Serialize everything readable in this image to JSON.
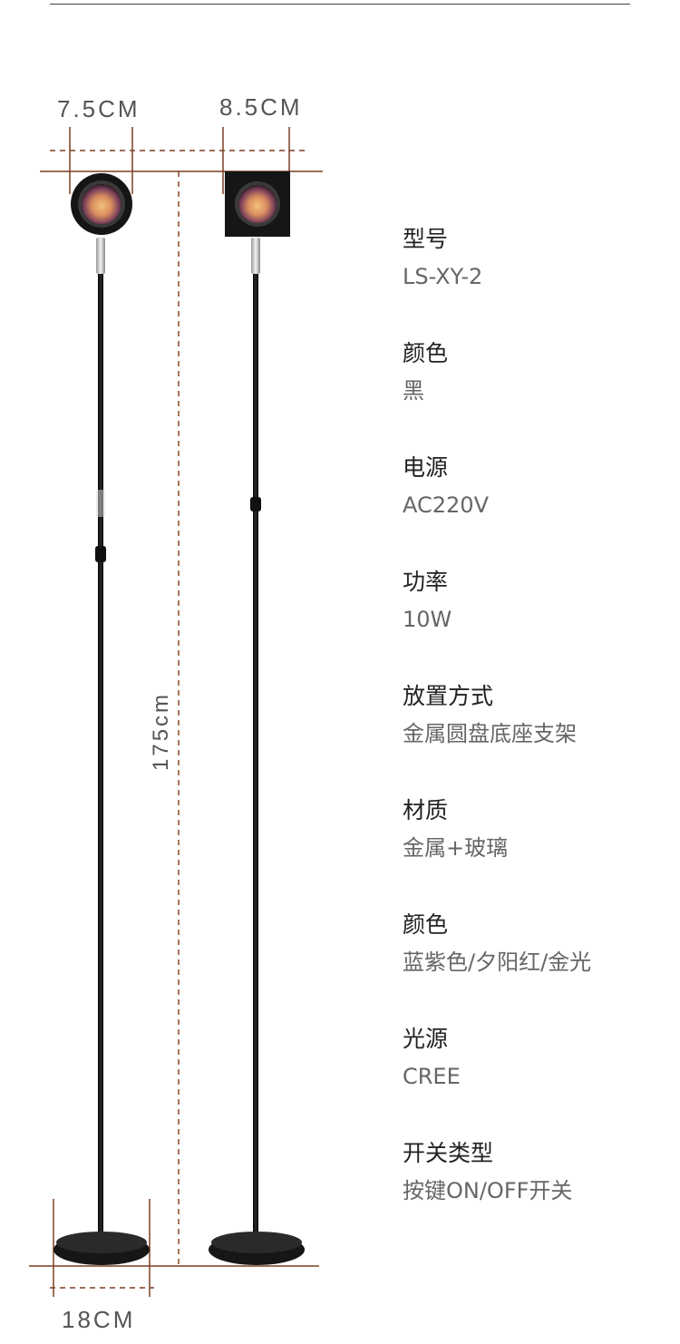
{
  "dimensions": {
    "head_round_width": "7.5CM",
    "head_square_width": "8.5CM",
    "height": "175cm",
    "base_width": "18CM"
  },
  "colors": {
    "dimension_line": "#7a3f22",
    "guide_dashed": "#8a4a2a",
    "lamp_body": "#161616",
    "lens_glow": "#d98c5f"
  },
  "specs": [
    {
      "label": "型号",
      "value": "LS-XY-2"
    },
    {
      "label": "颜色",
      "value": "黑"
    },
    {
      "label": "电源",
      "value": "AC220V"
    },
    {
      "label": "功率",
      "value": "10W"
    },
    {
      "label": "放置方式",
      "value": "金属圆盘底座支架"
    },
    {
      "label": "材质",
      "value": "金属+玻璃"
    },
    {
      "label": "颜色",
      "value": "蓝紫色/夕阳红/金光"
    },
    {
      "label": "光源",
      "value": "CREE"
    },
    {
      "label": "开关类型",
      "value": "按键ON/OFF开关"
    }
  ]
}
